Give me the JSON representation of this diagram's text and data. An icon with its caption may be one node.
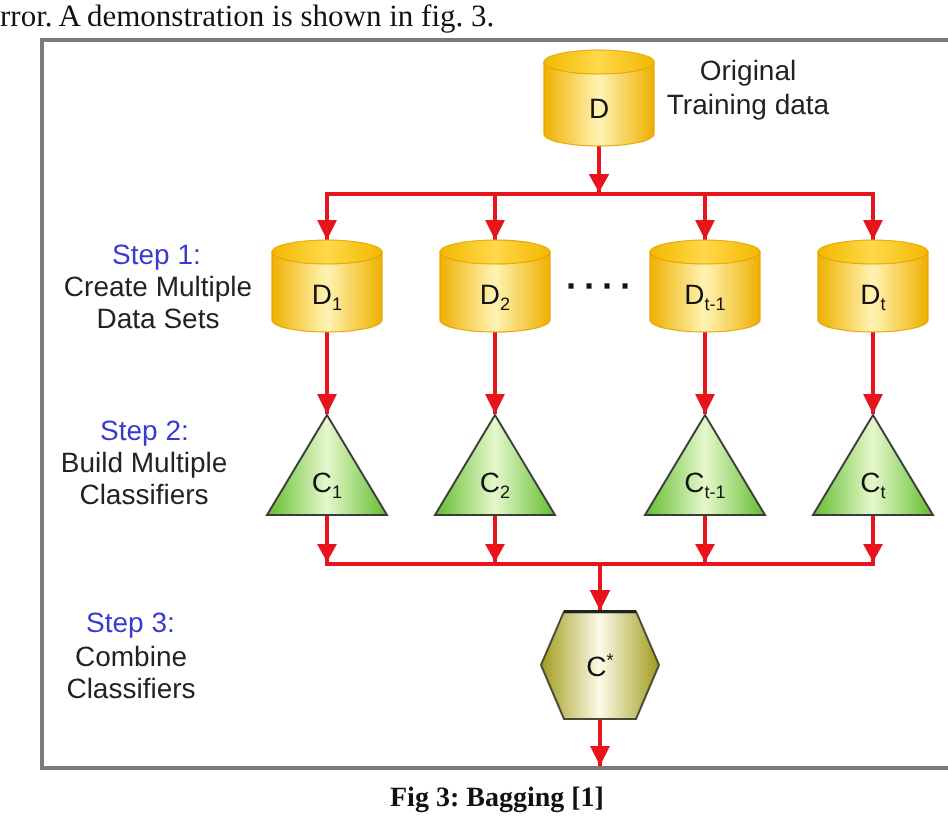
{
  "diagram": {
    "caption": "Fig 3: Bagging [1]",
    "nodes": [
      {
        "text": [
          "D"
        ],
        "beside": [
          "Original Training data"
        ]
      },
      {
        "text": [
          "D$_{1}$"
        ]
      },
      {
        "text": [
          "D$_{2}$"
        ]
      },
      {
        "text": [
          "D$_{t-1}$"
        ]
      },
      {
        "text": [
          "D$_{t}$"
        ]
      },
      {
        "text": [
          "C$_{1}$"
        ]
      },
      {
        "text": [
          "C$_{2}$"
        ]
      },
      {
        "text": [
          "C$_{t-1}$"
        ]
      },
      {
        "text": [
          "C$_{t}$"
        ]
      },
      {
        "text": [
          "C$^{*}$"
        ]
      }
    ],
    "edges": [
      {
        "from": 0,
        "to": 1,
        "arrow": "to"
      },
      {
        "from": 0,
        "to": 2,
        "arrow": "to"
      },
      {
        "from": 0,
        "to": 3,
        "arrow": "to"
      },
      {
        "from": 0,
        "to": 4,
        "arrow": "to"
      },
      {
        "from": 1,
        "to": 5,
        "arrow": "to"
      },
      {
        "from": 2,
        "to": 6,
        "arrow": "to"
      },
      {
        "from": 3,
        "to": 7,
        "arrow": "to"
      },
      {
        "from": 4,
        "to": 8,
        "arrow": "to"
      },
      {
        "from": 5,
        "to": 9,
        "arrow": "to"
      },
      {
        "from": 6,
        "to": 9,
        "arrow": "to"
      },
      {
        "from": 7,
        "to": 9,
        "arrow": "to"
      },
      {
        "from": 8,
        "to": 9,
        "arrow": "to"
      },
      {
        "from": 9,
        "to": null,
        "arrow": "to"
      }
    ],
    "labels": [
      "rror. A demonstration is shown in fig. 3.",
      "Step 1:",
      "Create Multiple Data Sets",
      "····",
      "Step 2:",
      "Build Multiple Classifiers",
      "Step 3:",
      "Combine Classifiers"
    ]
  }
}
